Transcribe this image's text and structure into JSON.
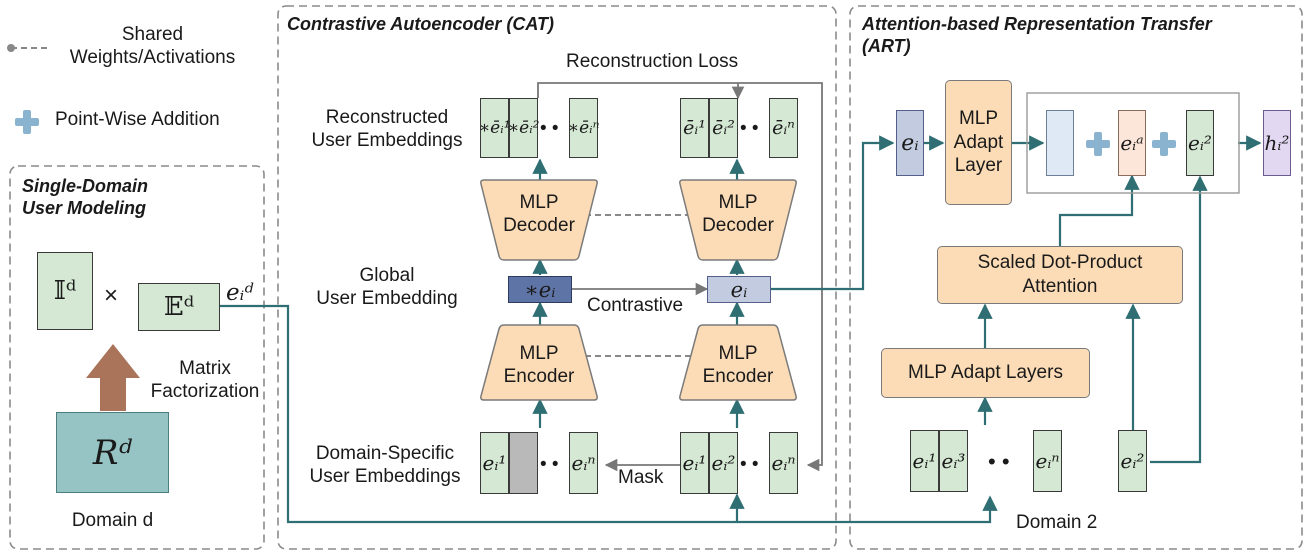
{
  "legend": {
    "shared_label": "Shared\nWeights/Activations",
    "addition_label": "Point-Wise Addition",
    "shared_icon": "dashed-line-icon",
    "addition_icon": "plus-icon"
  },
  "sections": {
    "single_domain": "Single-Domain\nUser Modeling",
    "cat": "Contrastive Autoencoder (CAT)",
    "art": "Attention-based Representation Transfer\n(ART)"
  },
  "single": {
    "indicator": "𝕀ᵈ",
    "times": "×",
    "embedding": "𝔼ᵈ",
    "ei_d": "eᵢᵈ",
    "matrix_factorization": "Matrix\nFactorization",
    "rating": "Rᵈ",
    "domain_label": "Domain d"
  },
  "cat": {
    "reconstruction_loss": "Reconstruction Loss",
    "reconstructed_label": "Reconstructed\nUser Embeddings",
    "global_label": "Global\nUser Embedding",
    "domain_specific_label": "Domain-Specific\nUser Embeddings",
    "mlp_decoder": "MLP\nDecoder",
    "mlp_encoder": "MLP\nEncoder",
    "contrastive": "Contrastive",
    "mask": "Mask",
    "star_ei": "∗eᵢ",
    "ei": "eᵢ",
    "dots": "• •",
    "recon_left_1": "∗ēᵢ¹",
    "recon_left_2": "∗ēᵢ²",
    "recon_left_n": "∗ēᵢⁿ",
    "recon_right_1": "ēᵢ¹",
    "recon_right_2": "ēᵢ²",
    "recon_right_n": "ēᵢⁿ",
    "ds_left_1": "eᵢ¹",
    "ds_left_n": "eᵢⁿ",
    "ds_right_1": "eᵢ¹",
    "ds_right_2": "eᵢ²",
    "ds_right_n": "eᵢⁿ"
  },
  "art": {
    "ei": "eᵢ",
    "mlp_adapt_layer": "MLP\nAdapt\nLayer",
    "attention": "Scaled Dot-Product\nAttention",
    "mlp_adapt_layers": "MLP Adapt Layers",
    "ei_a": "eᵢᵃ",
    "ei_2": "eᵢ²",
    "h_i_2": "hᵢ²",
    "seq_1": "eᵢ¹",
    "seq_3": "eᵢ³",
    "seq_n": "eᵢⁿ",
    "target_2": "eᵢ²",
    "dots": "• •",
    "domain_label": "Domain 2"
  },
  "colors": {
    "green": "#d5e8d4",
    "orange": "#fcdcb6",
    "teal": "#2f6f73",
    "grey_arrow": "#777777",
    "global_dark": "#5f74a6",
    "global_light": "#c2cbe0",
    "rating_teal": "#96c4c4",
    "arrow_brown": "#a9745a",
    "plus_blue": "#8ab3cf",
    "purple": "#e2d8f2",
    "peach": "#fce6da",
    "pale_blue": "#dfe9f6",
    "mask_grey": "#b9b9b9"
  }
}
